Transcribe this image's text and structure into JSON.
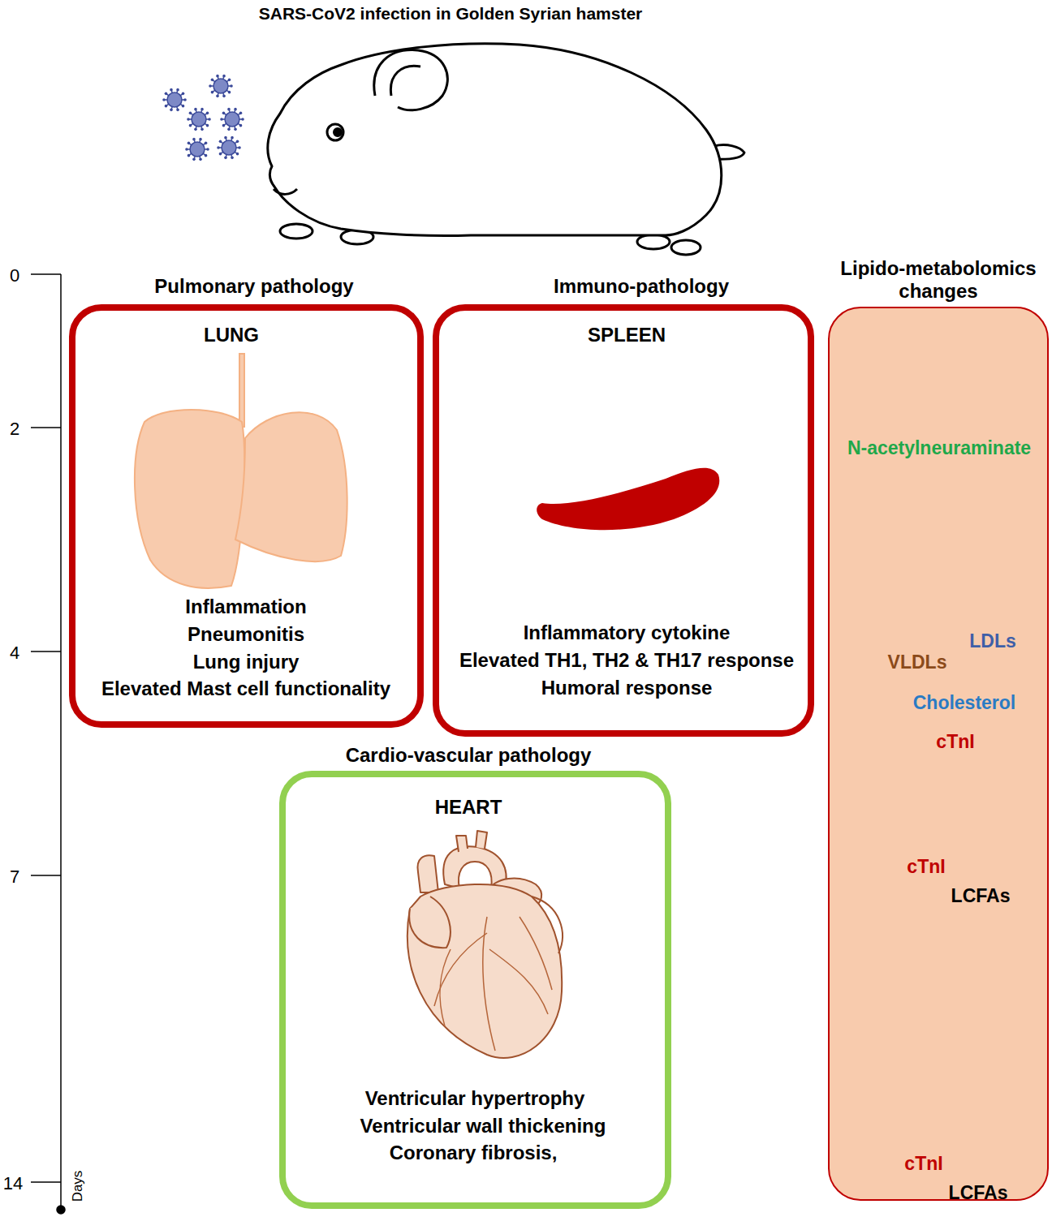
{
  "diagram": {
    "title": "SARS-CoV2 infection in Golden Syrian hamster",
    "nodes": [
      {
        "text": [
          "Pulmonary pathology",
          "LUNG",
          "Inflammation",
          "Pneumonitis",
          "Lung injury",
          "Elevated Mast cell functionality"
        ]
      },
      {
        "text": [
          "Immuno-pathology",
          "SPLEEN",
          "Inflammatory cytokine",
          "Elevated TH1, TH2 & TH17 response",
          "Humoral response"
        ]
      },
      {
        "text": [
          "Cardio-vascular pathology",
          "HEART",
          "Ventricular hypertrophy",
          "Ventricular wall thickening",
          "Coronary fibrosis,"
        ]
      },
      {
        "text": [
          "Lipido-metabolomics changes",
          "N-acetylneuraminate",
          "LDLs",
          "VLDLs",
          "Cholesterol",
          "cTnI",
          "cTnI",
          "LCFAs",
          "cTnI",
          "LCFAs"
        ]
      }
    ],
    "labels": [
      "0",
      "2",
      "4",
      "7",
      "14",
      "Days"
    ]
  }
}
